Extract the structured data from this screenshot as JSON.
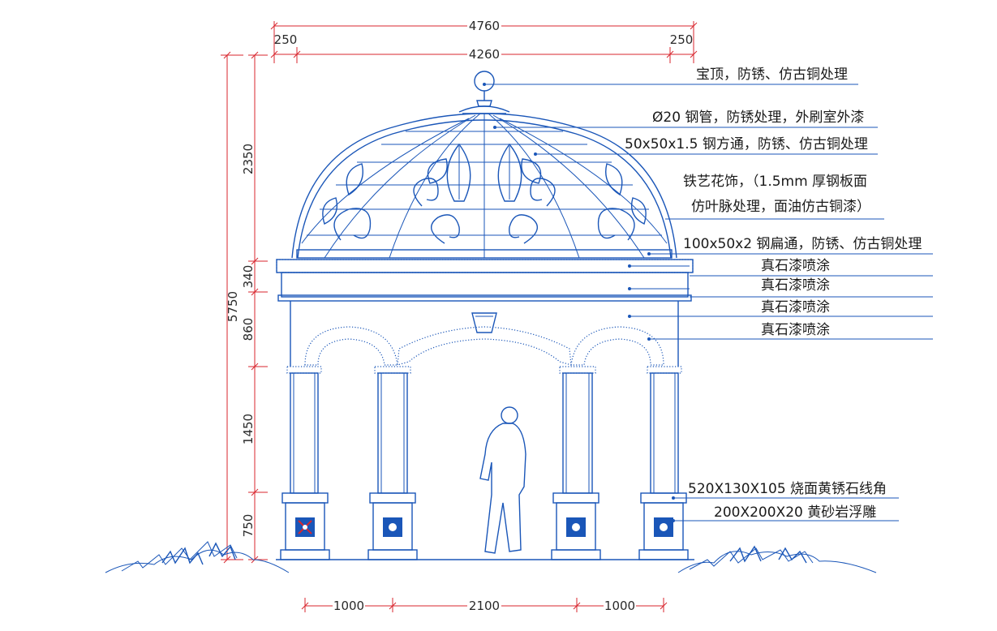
{
  "dimensions": {
    "top_total": "4760",
    "top_left_margin": "250",
    "top_right_margin": "250",
    "top_inner": "4260",
    "height_total": "5750",
    "height_dome": "2350",
    "height_cornice": "340",
    "height_arch": "860",
    "height_column": "1450",
    "height_base": "750",
    "bottom_left": "1000",
    "bottom_center": "2100",
    "bottom_right": "1000"
  },
  "notes": [
    "宝顶，防锈、仿古铜处理",
    "Ø20 钢管，防锈处理，外刷室外漆",
    "50x50x1.5 钢方通，防锈、仿古铜处理",
    "铁艺花饰，（1.5mm 厚钢板面",
    "仿叶脉处理，面油仿古铜漆）",
    "100x50x2 钢扁通，防锈、仿古铜处理",
    "真石漆喷涂",
    "真石漆喷涂",
    "真石漆喷涂",
    "真石漆喷涂",
    "520X130X105 烧面黄锈石线角",
    "200X200X20 黄砂岩浮雕"
  ],
  "colors": {
    "line": "#1a56b8",
    "dimension": "#d8262e",
    "background": "#ffffff"
  }
}
